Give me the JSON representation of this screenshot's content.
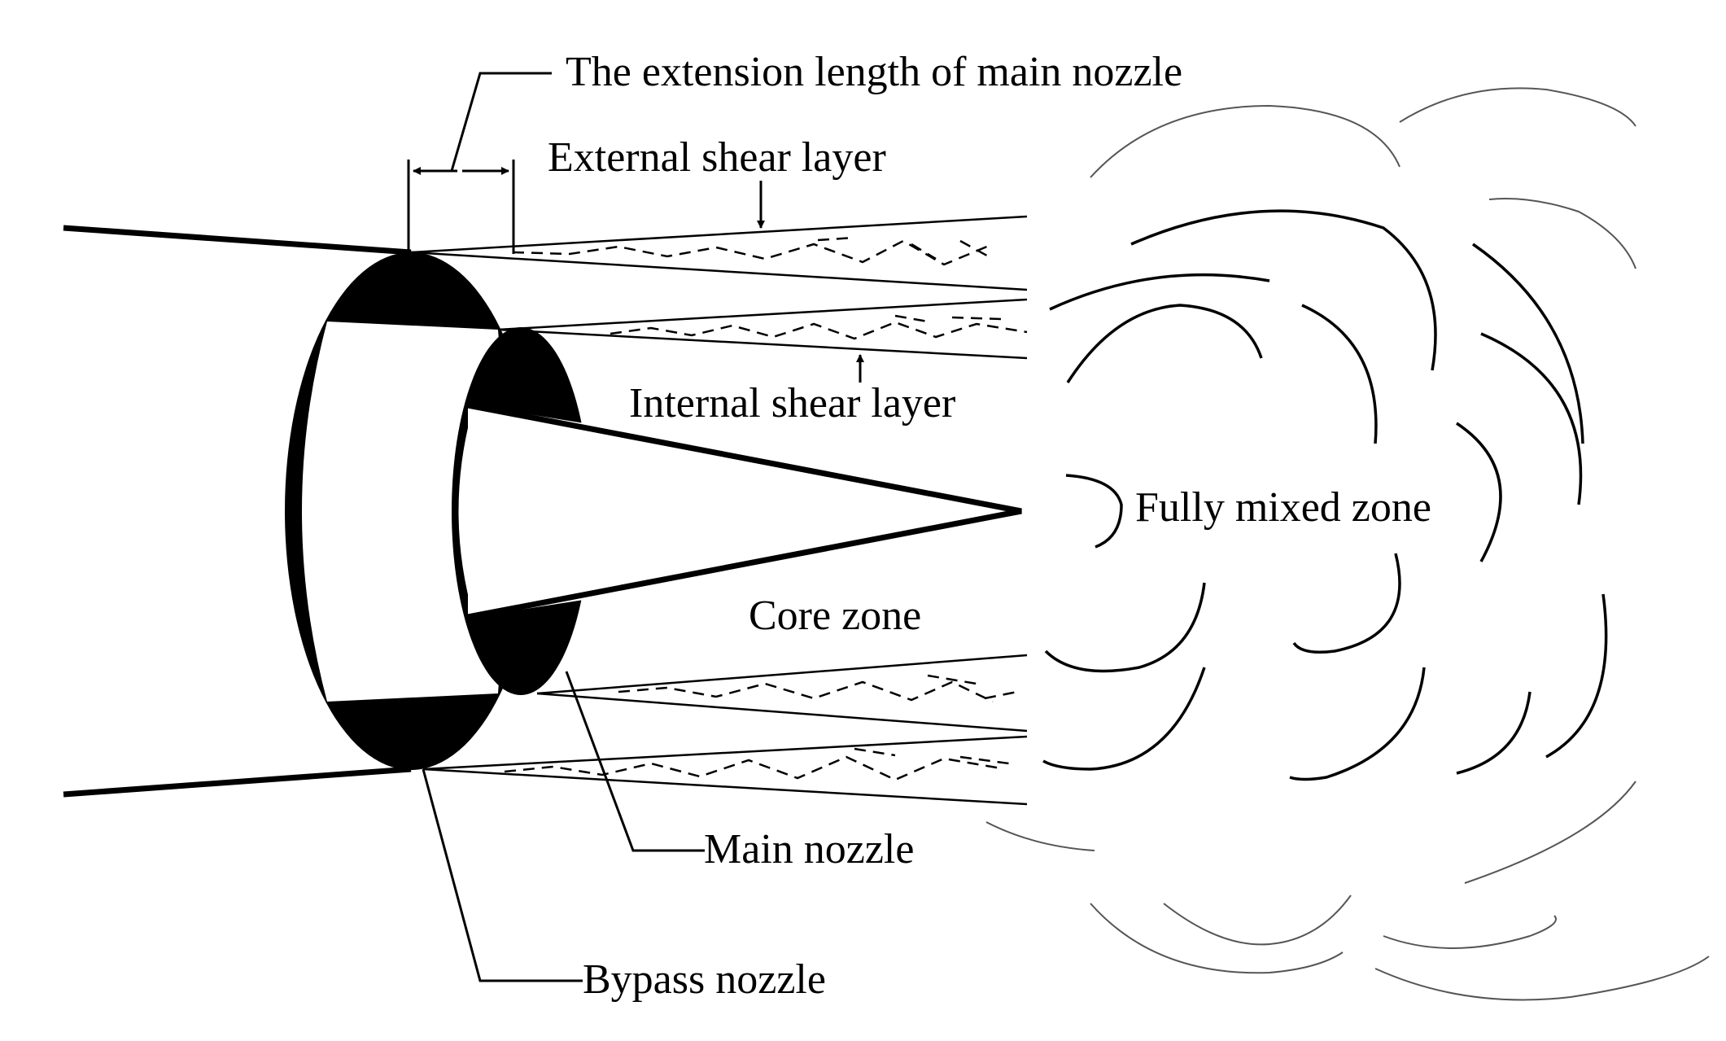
{
  "labels": {
    "extension_length": "The extension length of main nozzle",
    "external_shear_layer": "External shear layer",
    "internal_shear_layer": "Internal shear layer",
    "fully_mixed_zone": "Fully mixed zone",
    "core_zone": "Core zone",
    "main_nozzle": "Main nozzle",
    "bypass_nozzle": "Bypass nozzle"
  },
  "colors": {
    "ink": "#000000",
    "gray_ink": "#555555",
    "background": "#ffffff"
  }
}
